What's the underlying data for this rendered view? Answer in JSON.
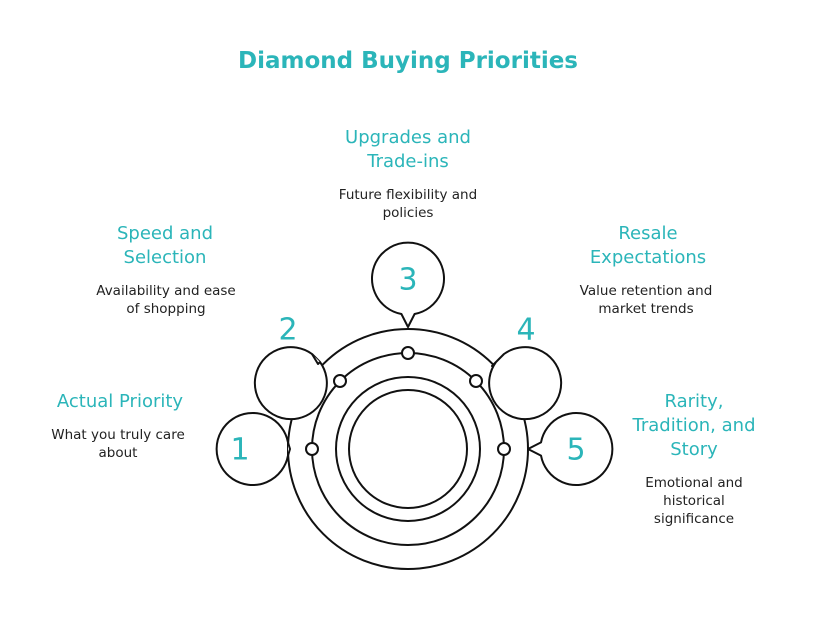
{
  "title": "Diamond Buying Priorities",
  "colors": {
    "accent": "#2bb5b9",
    "stroke": "#111111"
  },
  "items": [
    {
      "number": "1",
      "heading": "Actual Priority",
      "description": "What you truly care about"
    },
    {
      "number": "2",
      "heading": "Speed and Selection",
      "description": "Availability and ease of shopping"
    },
    {
      "number": "3",
      "heading": "Upgrades and Trade-ins",
      "description": "Future flexibility and policies"
    },
    {
      "number": "4",
      "heading": "Resale Expectations",
      "description": "Value retention and market trends"
    },
    {
      "number": "5",
      "heading": "Rarity, Tradition, and Story",
      "description": "Emotional and historical significance"
    }
  ]
}
